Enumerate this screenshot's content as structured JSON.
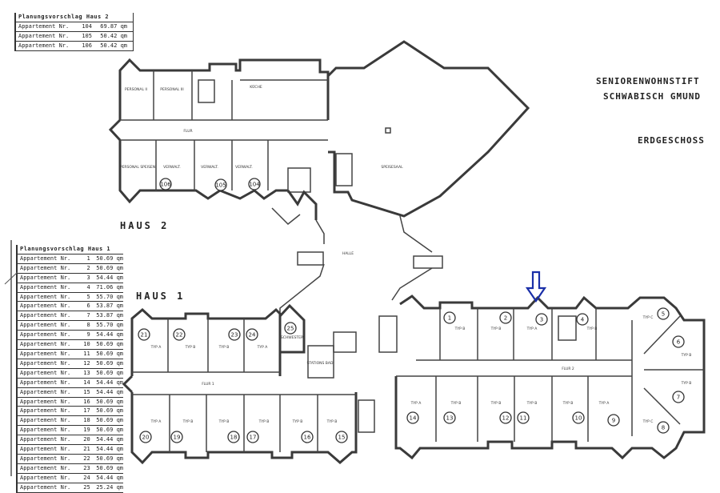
{
  "table_haus2": {
    "title": "Planungsvorschlag Haus 2",
    "rows": [
      {
        "label": "Appartement Nr.",
        "nr": "104",
        "area": "69.87 qm"
      },
      {
        "label": "Appartement Nr.",
        "nr": "105",
        "area": "50.42 qm"
      },
      {
        "label": "Appartement Nr.",
        "nr": "106",
        "area": "50.42 qm"
      }
    ]
  },
  "table_haus1": {
    "title": "Planungsvorschlag Haus 1",
    "rows": [
      {
        "label": "Appartement Nr.",
        "nr": "1",
        "area": "50.69 qm"
      },
      {
        "label": "Appartement Nr.",
        "nr": "2",
        "area": "50.69 qm"
      },
      {
        "label": "Appartement Nr.",
        "nr": "3",
        "area": "54.44 qm"
      },
      {
        "label": "Appartement Nr.",
        "nr": "4",
        "area": "71.06 qm"
      },
      {
        "label": "Appartement Nr.",
        "nr": "5",
        "area": "55.70 qm"
      },
      {
        "label": "Appartement Nr.",
        "nr": "6",
        "area": "53.87 qm"
      },
      {
        "label": "Appartement Nr.",
        "nr": "7",
        "area": "53.87 qm"
      },
      {
        "label": "Appartement Nr.",
        "nr": "8",
        "area": "55.70 qm"
      },
      {
        "label": "Appartement Nr.",
        "nr": "9",
        "area": "54.44 qm"
      },
      {
        "label": "Appartement Nr.",
        "nr": "10",
        "area": "50.69 qm"
      },
      {
        "label": "Appartement Nr.",
        "nr": "11",
        "area": "50.69 qm"
      },
      {
        "label": "Appartement Nr.",
        "nr": "12",
        "area": "50.69 qm"
      },
      {
        "label": "Appartement Nr.",
        "nr": "13",
        "area": "50.69 qm"
      },
      {
        "label": "Appartement Nr.",
        "nr": "14",
        "area": "54.44 qm"
      },
      {
        "label": "Appartement Nr.",
        "nr": "15",
        "area": "54.44 qm"
      },
      {
        "label": "Appartement Nr.",
        "nr": "16",
        "area": "50.69 qm"
      },
      {
        "label": "Appartement Nr.",
        "nr": "17",
        "area": "50.69 qm"
      },
      {
        "label": "Appartement Nr.",
        "nr": "18",
        "area": "50.69 qm"
      },
      {
        "label": "Appartement Nr.",
        "nr": "19",
        "area": "50.69 qm"
      },
      {
        "label": "Appartement Nr.",
        "nr": "20",
        "area": "54.44 qm"
      },
      {
        "label": "Appartement Nr.",
        "nr": "21",
        "area": "54.44 qm"
      },
      {
        "label": "Appartement Nr.",
        "nr": "22",
        "area": "50.69 qm"
      },
      {
        "label": "Appartement Nr.",
        "nr": "23",
        "area": "50.69 qm"
      },
      {
        "label": "Appartement Nr.",
        "nr": "24",
        "area": "54.44 qm"
      },
      {
        "label": "Appartement Nr.",
        "nr": "25",
        "area": "25.24 qm"
      }
    ]
  },
  "header": {
    "line1": "SENIORENWOHNSTIFT",
    "line2": "SCHWABISCH GMUND",
    "floor": "ERDGESCHOSS"
  },
  "buildings": {
    "haus2": "HAUS 2",
    "haus1": "HAUS 1"
  },
  "room_numbers": [
    "1",
    "2",
    "3",
    "4",
    "5",
    "6",
    "7",
    "8",
    "9",
    "10",
    "11",
    "12",
    "13",
    "14",
    "15",
    "16",
    "17",
    "18",
    "19",
    "20",
    "21",
    "22",
    "23",
    "24",
    "25",
    "104",
    "105",
    "106"
  ],
  "room_labels": {
    "kueche": "KÜCHE",
    "speisesaal": "SPEISESAAL",
    "halle": "HALLE",
    "flur": "FLUR",
    "flur1": "FLUR 1",
    "flur2": "FLUR 2",
    "personal1": "PERSONAL II",
    "personal2": "PERSONAL III",
    "personal_speisen": "PERSONAL SPEISEN",
    "verwalt": "VERWALT.",
    "schwester": "SCHWESTER",
    "stationsbad": "STATIONS BAD",
    "typ_a": "TYP A",
    "typ_b": "TYP B",
    "typ_c": "TYP C"
  },
  "marker": {
    "icon": "down-arrow-icon",
    "color": "#1a2fa8"
  }
}
